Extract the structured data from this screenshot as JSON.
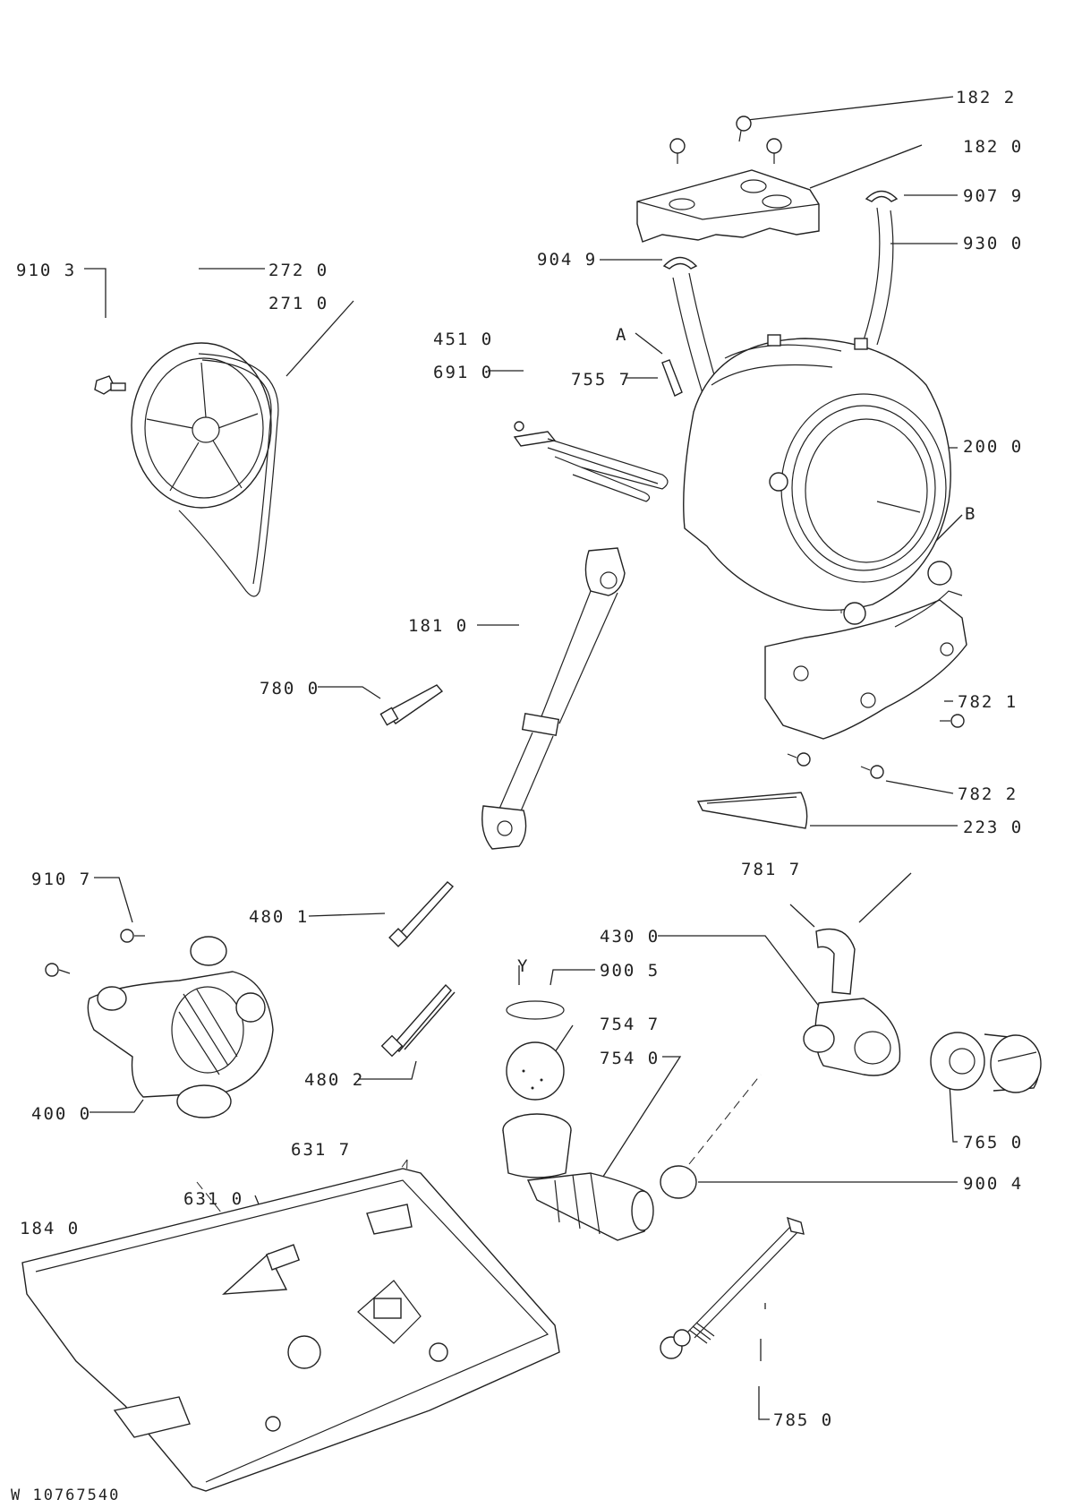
{
  "labels": {
    "l182_2a": "182 2",
    "l182_0": "182 0",
    "l907_9": "907 9",
    "l930_0": "930 0",
    "l904_9": "904 9",
    "l910_3": "910 3",
    "l272_0": "272 0",
    "l271_0": "271 0",
    "l451_0": "451 0",
    "l691_0": "691 0",
    "l755_7": "755 7",
    "lA": "A",
    "l200_0": "200 0",
    "lB": "B",
    "l181_0": "181 0",
    "l780_0": "780 0",
    "l782_1": "782 1",
    "l782_2b": "782 2",
    "l223_0": "223 0",
    "l781_7": "781 7",
    "l910_7": "910 7",
    "l480_1": "480 1",
    "l430_0": "430 0",
    "l900_5": "900 5",
    "lY": "Y",
    "l754_7": "754 7",
    "l754_0": "754 0",
    "l480_2": "480 2",
    "l400_0": "400 0",
    "l765_0": "765 0",
    "l631_7": "631 7",
    "l900_4": "900 4",
    "l631_0": "631 0",
    "l184_0": "184 0",
    "l785_0": "785 0",
    "doc_code": "W 10767540"
  },
  "colors": {
    "line": "#222222",
    "background": "#ffffff"
  }
}
